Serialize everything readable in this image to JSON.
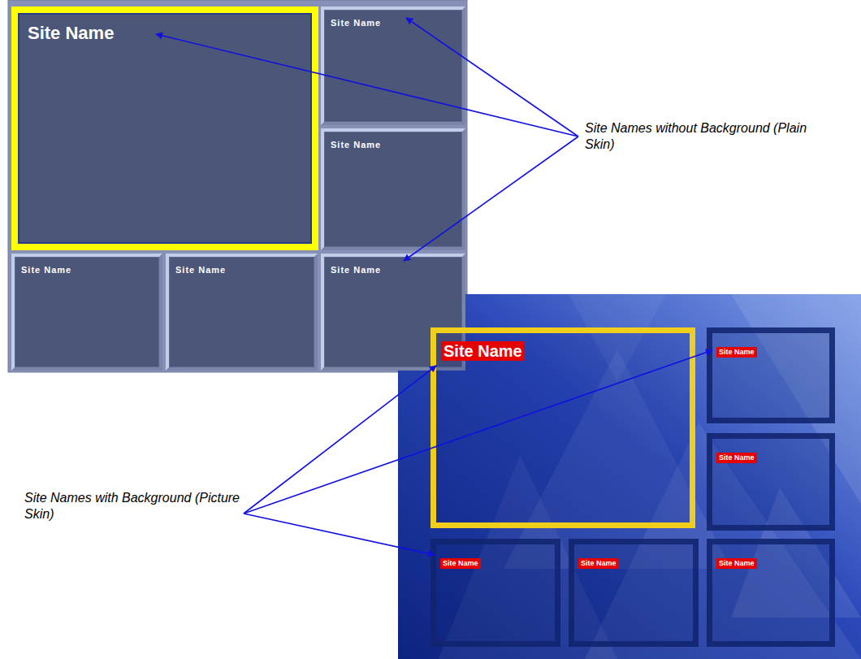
{
  "diagram": {
    "nodes": [
      {
        "text": [
          "Site Name"
        ]
      },
      {
        "text": [
          "Site Name"
        ]
      },
      {
        "text": [
          "Site Name"
        ]
      },
      {
        "text": [
          "Site Name"
        ]
      },
      {
        "text": [
          "Site Name"
        ]
      },
      {
        "text": [
          "Site Name"
        ]
      },
      {
        "text": [
          "Site Name"
        ]
      },
      {
        "text": [
          "Site Name"
        ]
      },
      {
        "text": [
          "Site Name"
        ]
      },
      {
        "text": [
          "Site Name"
        ]
      },
      {
        "text": [
          "Site Name"
        ]
      },
      {
        "text": [
          "Site Name"
        ]
      }
    ],
    "labels": [
      "Site Names without Background (Plain Skin)",
      "Site Names with Background (Picture Skin)"
    ]
  }
}
